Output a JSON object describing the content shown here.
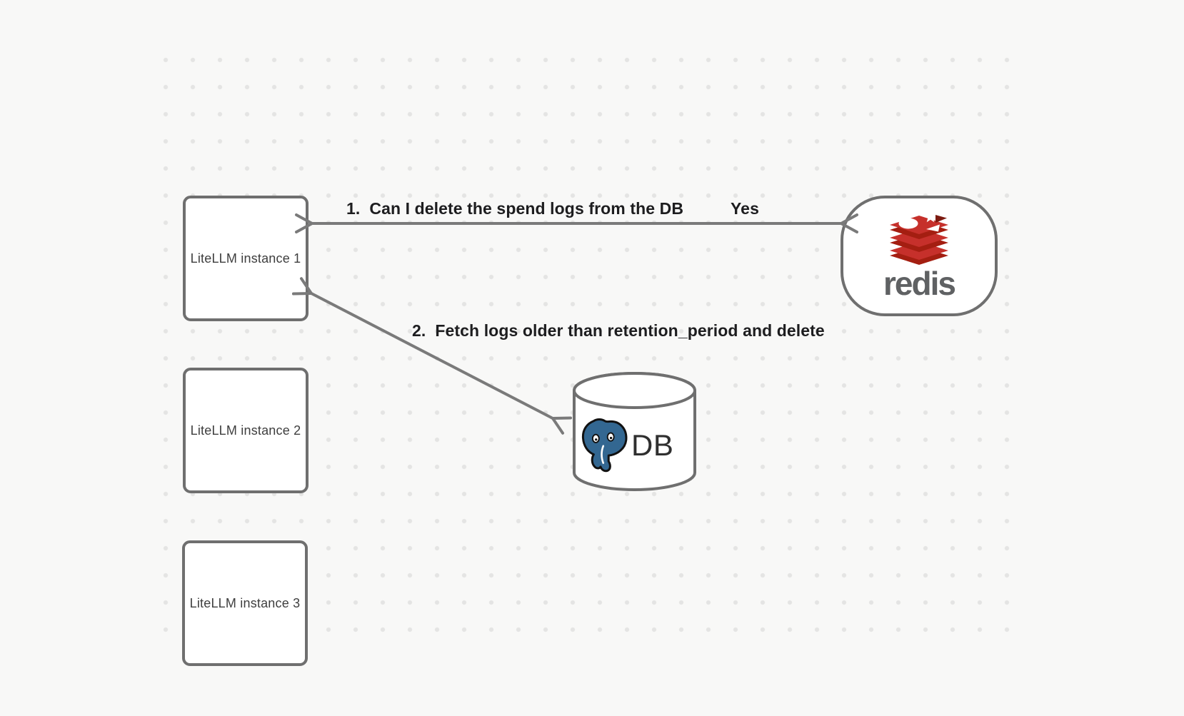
{
  "canvas": {
    "background": "#f8f8f7",
    "dot_color": "#e4e4e3"
  },
  "nodes": {
    "instance1": {
      "label": "LiteLLM instance 1"
    },
    "instance2": {
      "label": "LiteLLM instance 2"
    },
    "instance3": {
      "label": "LiteLLM instance 3"
    },
    "redis": {
      "label": "redis"
    },
    "db": {
      "label": "DB"
    }
  },
  "arrows": {
    "arrow1": {
      "label": "1.  Can I delete the spend logs from the DB",
      "answer": "Yes"
    },
    "arrow2": {
      "label": "2.  Fetch logs older than retention_period and delete"
    }
  },
  "colors": {
    "shape_border": "#6f6f6f",
    "arrow_stroke": "#7a7a7a",
    "label_text": "#1d1d1f",
    "node_text": "#3e3e3e",
    "redis_red_top": "#c6302b",
    "redis_red_side": "#a41e11",
    "redis_notch": "#7c1a10",
    "redis_wordmark": "#5f6163",
    "postgres_blue": "#336791",
    "db_text": "#2f2f2f"
  }
}
